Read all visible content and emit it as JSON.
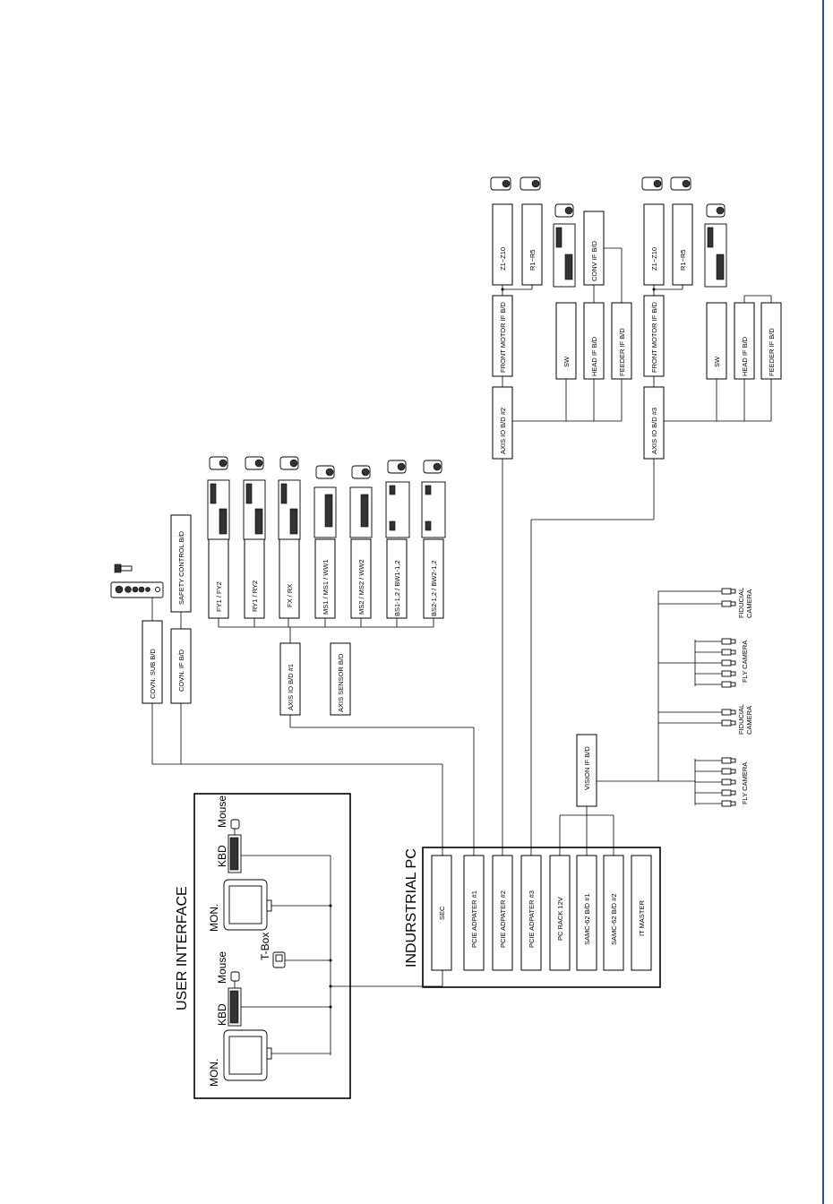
{
  "colors": {
    "frame_blue": "#2b4aa8",
    "line": "#000000"
  },
  "labels": {
    "user_interface": "USER INTERFACE",
    "mon1": "MON.",
    "kbd1": "KBD",
    "mouse1": "Mouse",
    "tbox": "T-Box",
    "mon2": "MON.",
    "kbd2": "KBD",
    "mouse2": "Mouse",
    "industrial_pc": "INDURSTRIAL PC",
    "sec": "SEC",
    "pcie1": "PCIE ADPATER #1",
    "pcie2": "PCIE ADPATER #2",
    "pcie3": "PCIE ADPATER #3",
    "pcrack": "PC RACK 12V",
    "samc1": "SAMC-62 B/D #1",
    "samc2": "SAMC-62 B/D #2",
    "itmaster": "IT MASTER",
    "covn_sub": "COVN. SUB B/D",
    "covn_if": "COVN. IF B/D",
    "safety": "SAFETY CONTROL B/D",
    "axis1": "AXIS IO B/D #1",
    "axis_sensor": "AXIS SENSOR B/D",
    "fy": "FY1 / FY2",
    "ry": "RY1 / RY2",
    "fx": "FX / RX",
    "ms1": "MS1 / MS1 / WW1",
    "ms2": "MS2 / MS2 / WW2",
    "bs1": "BS1-1,2 / BW1-1,2",
    "bs2": "BS2-1,2 / BW2-1,2",
    "axis2": "AXIS IO B/D #2",
    "front_motor2": "FRONT MOTOR IF B/D",
    "z1_2": "Z1~Z10",
    "r1_2": "R1~R5",
    "sw2": "SW",
    "head2": "HEAD IF B/D",
    "feeder2": "FEEDER IF B/D",
    "conv": "CONV IF B/D",
    "axis3": "AXIS IO B/D #3",
    "front_motor3": "FRONT MOTOR IF B/D",
    "z1_3": "Z1~Z10",
    "r1_3": "R1~R5",
    "sw3": "SW",
    "head3": "HEAD IF B/D",
    "feeder3": "FEEDER IF B/D",
    "vision": "VISION IF B/D",
    "fly_cam1": "FLY CAMERA",
    "fiducial1a": "FIDUCIAL",
    "fiducial1b": "CAMERA",
    "fly_cam2": "FLY CAMERA",
    "fiducial2a": "FIDUCIAL",
    "fiducial2b": "CAMERA"
  }
}
